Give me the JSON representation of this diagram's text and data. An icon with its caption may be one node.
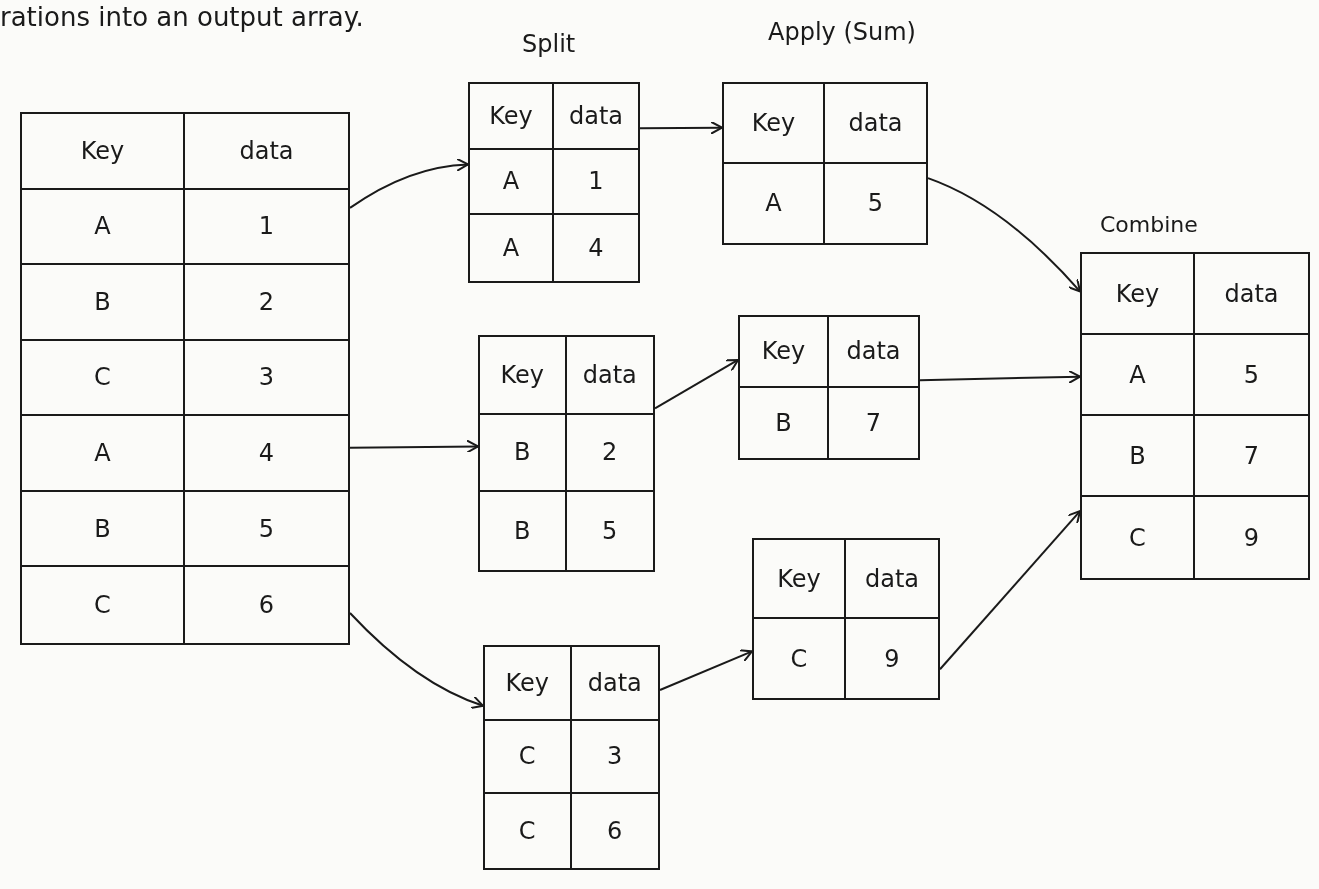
{
  "diagram": {
    "nodes": [
      {
        "text": [
          "Key",
          "data",
          "A",
          "1",
          "B",
          "2",
          "C",
          "3",
          "A",
          "4",
          "B",
          "5",
          "C",
          "6"
        ]
      },
      {
        "text": [
          "Key",
          "data",
          "A",
          "1",
          "A",
          "4"
        ]
      },
      {
        "text": [
          "Key",
          "data",
          "B",
          "2",
          "B",
          "5"
        ]
      },
      {
        "text": [
          "Key",
          "data",
          "C",
          "3",
          "C",
          "6"
        ]
      },
      {
        "text": [
          "Key",
          "data",
          "A",
          "5"
        ]
      },
      {
        "text": [
          "Key",
          "data",
          "B",
          "7"
        ]
      },
      {
        "text": [
          "Key",
          "data",
          "C",
          "9"
        ]
      },
      {
        "text": [
          "Key",
          "data",
          "A",
          "5",
          "B",
          "7",
          "C",
          "9"
        ]
      }
    ],
    "edges": [
      {
        "from": 0,
        "to": 1,
        "arrow": "to"
      },
      {
        "from": 0,
        "to": 2,
        "arrow": "to"
      },
      {
        "from": 0,
        "to": 3,
        "arrow": "to"
      },
      {
        "from": 1,
        "to": 4,
        "arrow": "to"
      },
      {
        "from": 2,
        "to": 5,
        "arrow": "to"
      },
      {
        "from": 3,
        "to": 6,
        "arrow": "to"
      },
      {
        "from": 4,
        "to": 7,
        "arrow": "to"
      },
      {
        "from": 5,
        "to": 7,
        "arrow": "to"
      },
      {
        "from": 6,
        "to": 7,
        "arrow": "to"
      }
    ],
    "labels": [
      "rations into an output array.",
      "Split",
      "Apply (Sum)",
      "Combine"
    ]
  }
}
